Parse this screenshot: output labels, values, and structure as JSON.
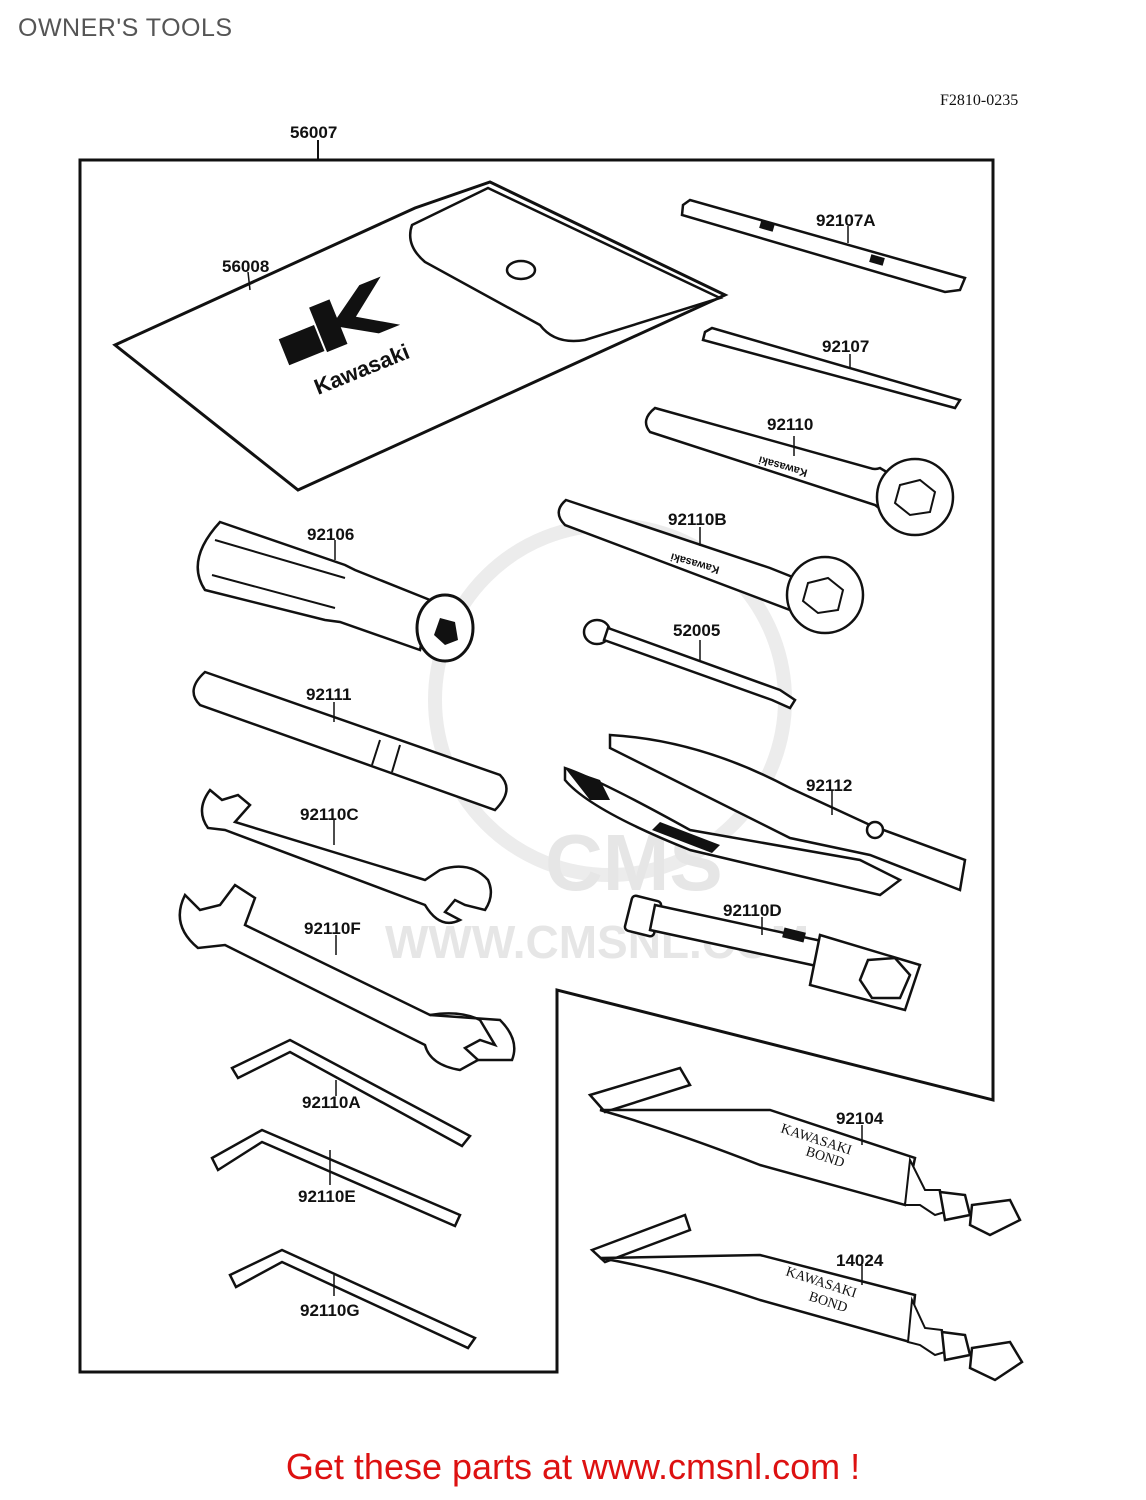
{
  "header": {
    "title": "OWNER'S TOOLS",
    "figure_code": "F2810-0235"
  },
  "parts": {
    "kit": "56007",
    "bag": "56008",
    "driver_a": "92107A",
    "driver": "92107",
    "plug_wrench": "92110",
    "plug_wrench_b": "92110B",
    "handle": "92106",
    "pin": "52005",
    "extension": "92111",
    "pliers": "92112",
    "wrench_c": "92110C",
    "box_wrench_d": "92110D",
    "wrench_f": "92110F",
    "hex_a": "92110A",
    "hex_e": "92110E",
    "hex_g": "92110G",
    "bond_1": "92104",
    "bond_2": "14024"
  },
  "bag_brand": "Kawasaki",
  "tool_stamp": "Kawasaki",
  "tube_text": {
    "line1": "KAWASAKI",
    "line2": "BOND"
  },
  "watermark": {
    "logo": "CMS",
    "url": "WWW.CMSNL.COM"
  },
  "footer": {
    "cta": "Get these parts at www.cmsnl.com !"
  },
  "colors": {
    "cta": "#dd1111",
    "line": "#111111",
    "watermark": "#e6e6e6"
  }
}
